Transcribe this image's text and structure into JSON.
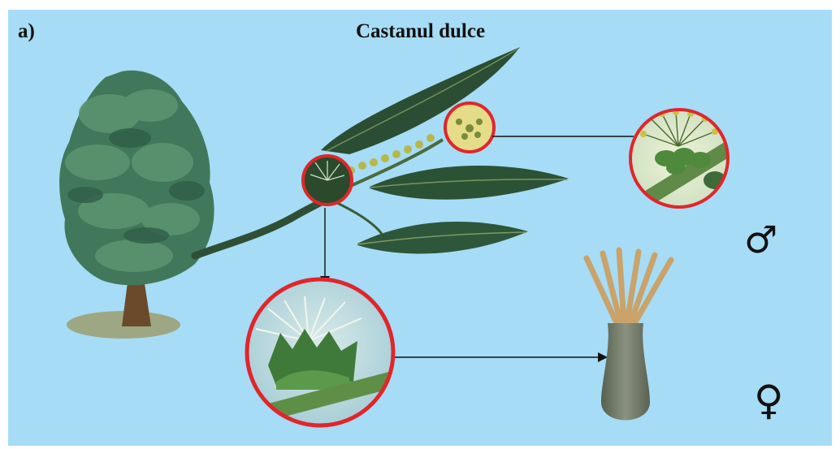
{
  "figure": {
    "label": "a)",
    "title": "Castanul dulce",
    "male_symbol": "♂",
    "female_symbol": "♀"
  },
  "icons": [
    "chestnut-tree-illustration",
    "chestnut-branch-illustration",
    "male-flower-zoom",
    "female-flower-zoom",
    "pistil-illustration"
  ],
  "colors": {
    "background": "#a6dcf5",
    "circle_border": "#e0262b",
    "leaf": "#2f5a3a",
    "catkin": "#b6b84a"
  }
}
